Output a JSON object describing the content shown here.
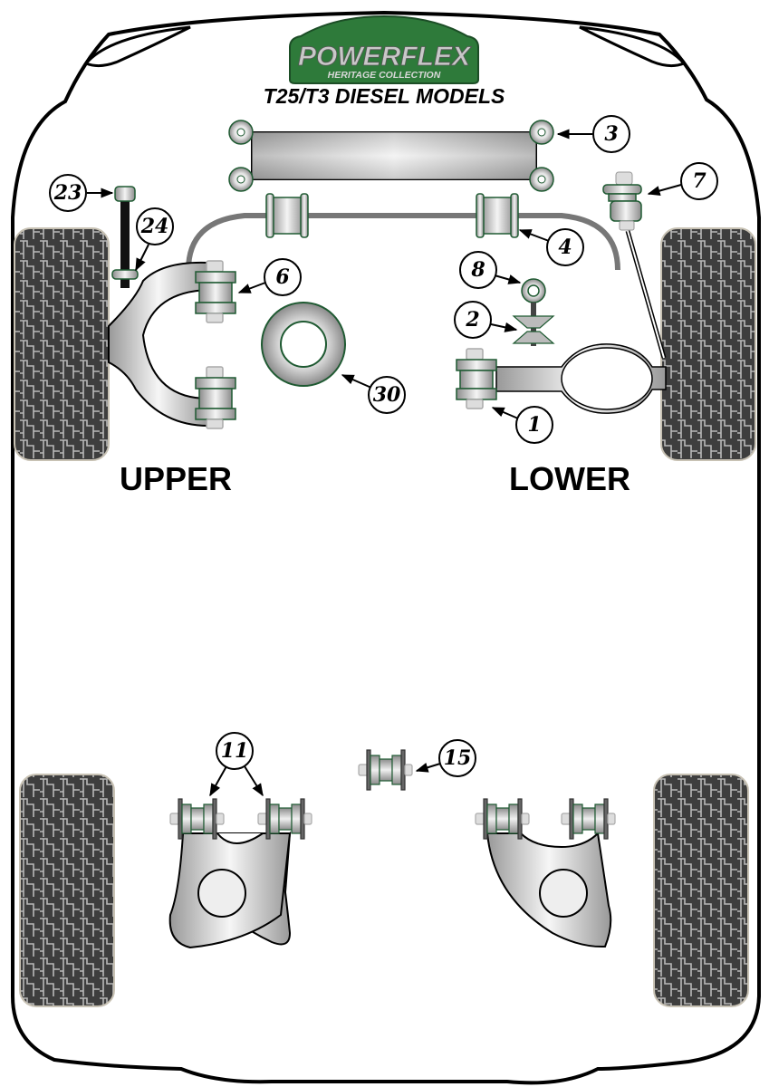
{
  "logo": {
    "brand": "POWERFLEX",
    "collection": "HERITAGE COLLECTION",
    "brand_color": "#2e7a3a"
  },
  "subtitle": "T25/T3 DIESEL MODELS",
  "sections": {
    "upper": "UPPER",
    "lower": "LOWER"
  },
  "callouts": [
    {
      "id": "3",
      "label": "3",
      "part": "rear-mount-plate-bushes"
    },
    {
      "id": "7",
      "label": "7",
      "part": "tie-rod-bush"
    },
    {
      "id": "23",
      "label": "23",
      "part": "damper-top-bush"
    },
    {
      "id": "24",
      "label": "24",
      "part": "damper-lower-bush"
    },
    {
      "id": "4",
      "label": "4",
      "part": "anti-roll-bar-bush"
    },
    {
      "id": "6",
      "label": "6",
      "part": "upper-wishbone-bush"
    },
    {
      "id": "8",
      "label": "8",
      "part": "eye-bush"
    },
    {
      "id": "2",
      "label": "2",
      "part": "cone-bush"
    },
    {
      "id": "30",
      "label": "30",
      "part": "spring-seat-ring"
    },
    {
      "id": "1",
      "label": "1",
      "part": "lower-arm-bush"
    },
    {
      "id": "11",
      "label": "11",
      "part": "rear-trailing-arm-bush"
    },
    {
      "id": "15",
      "label": "15",
      "part": "rear-bush"
    }
  ],
  "colors": {
    "bush_outline": "#1f5a32",
    "tyre": "#3e3e3e",
    "tyre_tread": "#b8b8b8",
    "outline": "#000000"
  }
}
